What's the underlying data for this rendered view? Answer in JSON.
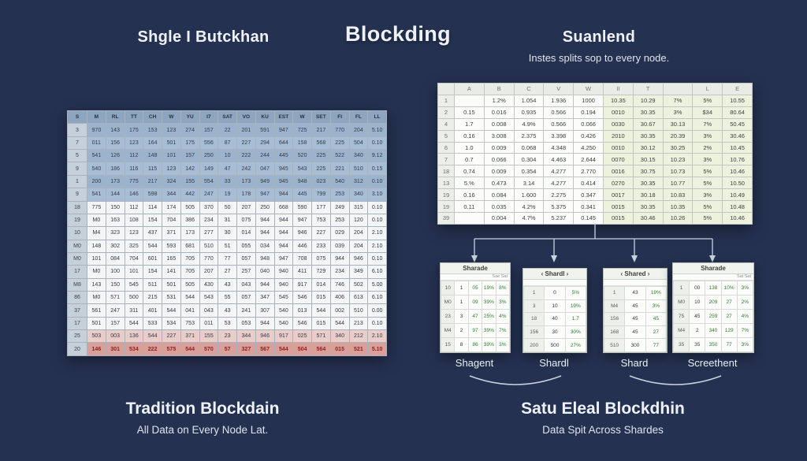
{
  "page": {
    "title": "Blockding",
    "left_heading": "Shgle I Butckhan",
    "right_heading": "Suanlend",
    "right_subheading": "Instes splits sop to every node.",
    "bottom_left_title": "Tradition Blockdain",
    "bottom_left_subtitle": "All Data on Every Node Lat.",
    "bottom_right_title": "Satu Eleal Blockdhin",
    "bottom_right_subtitle": "Data Spit Across Shardes"
  },
  "colors": {
    "background": "#243150",
    "text": "#eef2f8",
    "header_blue": "#8da5bf",
    "rowlabel_bg": "#c6d0da",
    "sheet_border": "#a9b2ba",
    "blue_row": "#a7bdd5",
    "blue_row_alt": "#9cb3cd",
    "white_row": "#f3f5f7",
    "pink_row": "#e8cdca",
    "red_row": "#d99f9b",
    "red_text": "#8e211d",
    "green_col": "#edf2df",
    "green_text": "#2e7d32",
    "arrow": "#c9d2e0",
    "shard_border": "#b9c0b9"
  },
  "left_table": {
    "corner": "S",
    "headers": [
      "M",
      "RL",
      "TT",
      "CH",
      "W",
      "YU",
      "I7",
      "SAT",
      "VO",
      "KU",
      "EST",
      "W",
      "SET",
      "FI",
      "FL",
      "LL"
    ],
    "rows": [
      {
        "label": "3",
        "tone": "blue",
        "cells": [
          "970",
          "143",
          "175",
          "153",
          "123",
          "274",
          "157",
          "22",
          "201",
          "591",
          "947",
          "725",
          "217",
          "770",
          "204",
          "5.10"
        ]
      },
      {
        "label": "7",
        "tone": "blue",
        "cells": [
          "011",
          "156",
          "123",
          "164",
          "501",
          "175",
          "556",
          "87",
          "227",
          "294",
          "644",
          "158",
          "568",
          "225",
          "504",
          "0.10"
        ]
      },
      {
        "label": "5",
        "tone": "blue",
        "cells": [
          "541",
          "126",
          "112",
          "148",
          "101",
          "157",
          "250",
          "10",
          "222",
          "244",
          "445",
          "520",
          "225",
          "522",
          "340",
          "9.12"
        ]
      },
      {
        "label": "9",
        "tone": "blue",
        "cells": [
          "540",
          "186",
          "116",
          "115",
          "123",
          "142",
          "149",
          "47",
          "242",
          "047",
          "945",
          "543",
          "225",
          "221",
          "510",
          "0.15"
        ]
      },
      {
        "label": "1",
        "tone": "blue",
        "cells": [
          "200",
          "173",
          "775",
          "217",
          "324",
          "155",
          "554",
          "33",
          "173",
          "949",
          "945",
          "948",
          "023",
          "540",
          "312",
          "0.10"
        ]
      },
      {
        "label": "9",
        "tone": "blue",
        "cells": [
          "541",
          "144",
          "146",
          "598",
          "344",
          "442",
          "247",
          "19",
          "178",
          "947",
          "944",
          "445",
          "799",
          "253",
          "340",
          "3.10"
        ]
      },
      {
        "label": "18",
        "tone": "white",
        "cells": [
          "775",
          "150",
          "112",
          "114",
          "174",
          "505",
          "370",
          "50",
          "207",
          "250",
          "668",
          "590",
          "177",
          "249",
          "315",
          "0.10"
        ]
      },
      {
        "label": "19",
        "tone": "white",
        "cells": [
          "M0",
          "163",
          "108",
          "154",
          "704",
          "386",
          "234",
          "31",
          "075",
          "944",
          "944",
          "947",
          "753",
          "253",
          "120",
          "0.10"
        ]
      },
      {
        "label": "10",
        "tone": "white",
        "cells": [
          "M4",
          "323",
          "123",
          "437",
          "371",
          "173",
          "277",
          "30",
          "014",
          "944",
          "944",
          "946",
          "227",
          "029",
          "204",
          "2.10"
        ]
      },
      {
        "label": "M0",
        "tone": "white",
        "cells": [
          "148",
          "302",
          "325",
          "544",
          "593",
          "681",
          "510",
          "51",
          "055",
          "034",
          "944",
          "446",
          "233",
          "039",
          "204",
          "2.10"
        ]
      },
      {
        "label": "M0",
        "tone": "white",
        "cells": [
          "101",
          "084",
          "704",
          "601",
          "165",
          "705",
          "770",
          "77",
          "057",
          "948",
          "947",
          "708",
          "075",
          "944",
          "946",
          "0.10"
        ]
      },
      {
        "label": "17",
        "tone": "white",
        "cells": [
          "M0",
          "100",
          "101",
          "154",
          "141",
          "705",
          "207",
          "27",
          "257",
          "040",
          "940",
          "411",
          "729",
          "234",
          "349",
          "6.10"
        ]
      },
      {
        "label": "M8",
        "tone": "white",
        "cells": [
          "143",
          "150",
          "545",
          "511",
          "501",
          "505",
          "430",
          "43",
          "043",
          "944",
          "940",
          "917",
          "014",
          "746",
          "502",
          "5.00"
        ]
      },
      {
        "label": "86",
        "tone": "white",
        "cells": [
          "M0",
          "571",
          "500",
          "215",
          "531",
          "544",
          "543",
          "55",
          "057",
          "347",
          "545",
          "546",
          "015",
          "406",
          "613",
          "6.10"
        ]
      },
      {
        "label": "37",
        "tone": "white",
        "cells": [
          "561",
          "247",
          "311",
          "401",
          "544",
          "041",
          "043",
          "43",
          "241",
          "307",
          "540",
          "013",
          "544",
          "002",
          "510",
          "0.00"
        ]
      },
      {
        "label": "17",
        "tone": "white",
        "cells": [
          "501",
          "157",
          "544",
          "533",
          "534",
          "753",
          "011",
          "53",
          "053",
          "944",
          "540",
          "546",
          "015",
          "544",
          "213",
          "0.10"
        ]
      },
      {
        "label": "25",
        "tone": "pink",
        "cells": [
          "503",
          "003",
          "136",
          "544",
          "227",
          "371",
          "155",
          "23",
          "344",
          "946",
          "917",
          "025",
          "571",
          "340",
          "212",
          "2.10"
        ]
      },
      {
        "label": "20",
        "tone": "red",
        "cells": [
          "146",
          "301",
          "534",
          "222",
          "575",
          "544",
          "570",
          "57",
          "327",
          "567",
          "544",
          "504",
          "564",
          "015",
          "521",
          "5.10"
        ]
      }
    ]
  },
  "right_table": {
    "corner": "",
    "green_from": 5,
    "headers": [
      "A",
      "B",
      "C",
      "V",
      "W",
      "II",
      "T",
      "",
      "L",
      "E"
    ],
    "rows": [
      {
        "label": "1",
        "cells": [
          "",
          "1.2%",
          "1.054",
          "1.936",
          "1000",
          "10.35",
          "10.29",
          "7%",
          "5%",
          "10.55"
        ]
      },
      {
        "label": "2",
        "cells": [
          "0.15",
          "0.016",
          "0.935",
          "0.566",
          "0.194",
          "0010",
          "30.35",
          "3%",
          "$34",
          "80.64"
        ]
      },
      {
        "label": "4",
        "cells": [
          "1.7",
          "0.008",
          "4.9%",
          "0.566",
          "0.066",
          "0030",
          "30.67",
          "30.13",
          "7%",
          "50.45"
        ]
      },
      {
        "label": "5",
        "cells": [
          "0.16",
          "3.008",
          "2.375",
          "3.398",
          "0.426",
          "2010",
          "30.35",
          "20.39",
          "3%",
          "30.46"
        ]
      },
      {
        "label": "6",
        "cells": [
          "1.0",
          "0.009",
          "0.068",
          "4.348",
          "4.250",
          "0010",
          "30.12",
          "30.25",
          "2%",
          "10.45"
        ]
      },
      {
        "label": "7",
        "cells": [
          "0.7",
          "0.066",
          "0.304",
          "4.463",
          "2.644",
          "0070",
          "30.15",
          "10.23",
          "3%",
          "10.76"
        ]
      },
      {
        "label": "18",
        "cells": [
          "0.74",
          "0.009",
          "0.354",
          "4.277",
          "2.770",
          "0016",
          "30.75",
          "10.73",
          "5%",
          "10.46"
        ]
      },
      {
        "label": "13",
        "cells": [
          "5.%",
          "0.473",
          "3.14",
          "4.277",
          "0.414",
          "0270",
          "30.35",
          "10.77",
          "5%",
          "10.50"
        ]
      },
      {
        "label": "19",
        "cells": [
          "0.16",
          "0.084",
          "1.600",
          "2.275",
          "0.347",
          "0017",
          "30.18",
          "10.83",
          "3%",
          "10.49"
        ]
      },
      {
        "label": "19",
        "cells": [
          "0.11",
          "0.035",
          "4.2%",
          "5.375",
          "0.341",
          "0015",
          "30.35",
          "10.35",
          "5%",
          "10.48"
        ]
      },
      {
        "label": "39",
        "cells": [
          "",
          "0.004",
          "4.7%",
          "5.237",
          "0.145",
          "0015",
          "30.46",
          "10.26",
          "5%",
          "10.46"
        ]
      }
    ]
  },
  "shards": [
    {
      "title": "Sharade",
      "subheader": "Sae  Sat",
      "label": "Shagent",
      "rows": [
        [
          "10",
          "1",
          "05",
          "19%",
          "8%"
        ],
        [
          "M0",
          "1",
          "09",
          "39%",
          "3%"
        ],
        [
          "23",
          "3",
          "47",
          "25%",
          "4%"
        ],
        [
          "M4",
          "2",
          "97",
          "39%",
          "7%"
        ],
        [
          "15",
          "8",
          "86",
          "39%",
          "3%"
        ]
      ]
    },
    {
      "title": "‹ Shardl ›",
      "subheader": "",
      "label": "Shardl",
      "rows": [
        [
          "1",
          "0",
          "5%"
        ],
        [
          "3",
          "10",
          "19%"
        ],
        [
          "18",
          "40",
          "1.7"
        ],
        [
          "156",
          "30",
          "30%"
        ],
        [
          "200",
          "500",
          "27%"
        ]
      ]
    },
    {
      "title": "‹ Shared ›",
      "subheader": "",
      "label": "Shard",
      "rows": [
        [
          "1",
          "43",
          "19%"
        ],
        [
          "M4",
          "45",
          "3%"
        ],
        [
          "156",
          "45",
          "45"
        ],
        [
          "168",
          "45",
          "27"
        ],
        [
          "510",
          "300",
          "77"
        ]
      ]
    },
    {
      "title": "Sharade",
      "subheader": "Sat  Sat",
      "label": "Screethent",
      "rows": [
        [
          "1",
          "00",
          "138",
          "10%",
          "3%"
        ],
        [
          "M0",
          "10",
          "209",
          "27",
          "2%"
        ],
        [
          "75",
          "45",
          "259",
          "27",
          "4%"
        ],
        [
          "M4",
          "2",
          "340",
          "129",
          "7%"
        ],
        [
          "35",
          "35",
          "350",
          "77",
          "3%"
        ]
      ]
    }
  ]
}
